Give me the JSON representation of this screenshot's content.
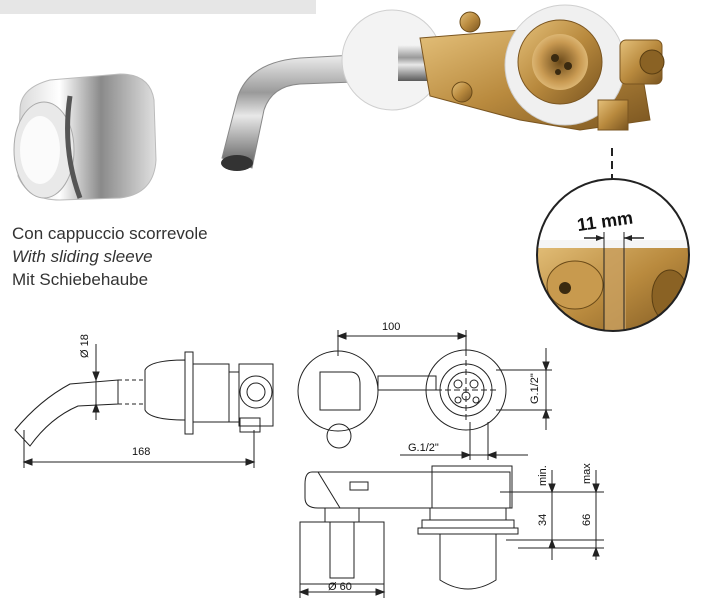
{
  "caption": {
    "it": "Con cappuccio scorrevole",
    "en": "With sliding sleeve",
    "de": "Mit Schiebehaube"
  },
  "zoom_label": "11 mm",
  "dimensions": {
    "d18": "Ø 18",
    "l168": "168",
    "l100": "100",
    "g12_vertical": "G.1/2\"",
    "g12_horizontal": "G.1/2\"",
    "min": "min.",
    "max": "max",
    "v34": "34",
    "v66": "66",
    "d60": "Ø 60"
  }
}
